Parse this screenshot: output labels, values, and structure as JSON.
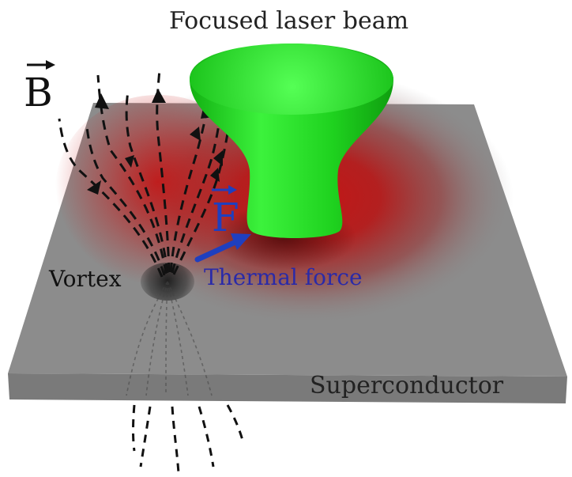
{
  "title": "Focused laser beam",
  "labels": {
    "b_field": "B",
    "force": "F",
    "vortex": "Vortex",
    "thermal_force": "Thermal force",
    "superconductor": "Superconductor"
  },
  "colors": {
    "laser": "#22e022",
    "heat": "#c41515",
    "slab": "#8c8c8c",
    "force": "#1f3fbf",
    "field_lines": "#111111"
  }
}
